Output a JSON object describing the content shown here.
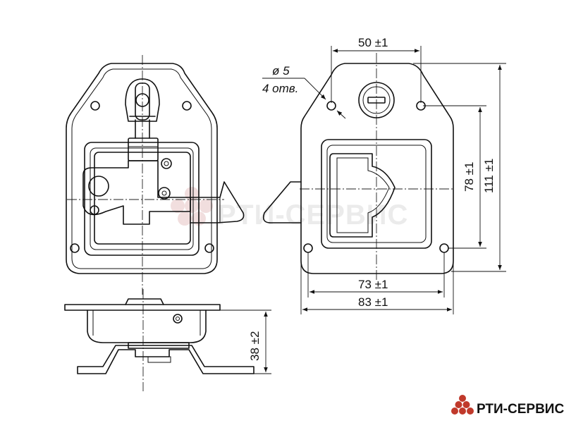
{
  "dimensions": {
    "hole_top_width": "50 ±1",
    "hole_diameter": "ø 5",
    "hole_count": "4 отв.",
    "hole_vertical": "78 ±1",
    "overall_height": "111 ±1",
    "hole_bottom_width": "73 ±1",
    "overall_width": "83 ±1",
    "depth": "38 ±2"
  },
  "watermark": {
    "text": "РТИ-СЕРВИС"
  },
  "logo": {
    "text": "РТИ-СЕРВИС",
    "color": "#c0392b"
  },
  "colors": {
    "line": "#111111",
    "watermark": "#ebebeb",
    "logo_mark": "#c0392b"
  }
}
